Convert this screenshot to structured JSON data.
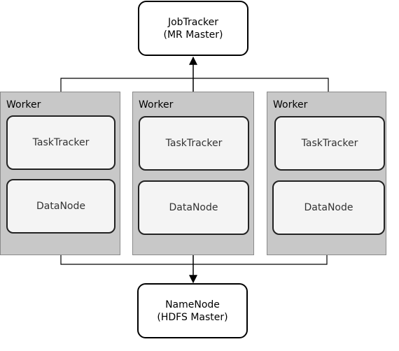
{
  "job_tracker": {
    "line1": "JobTracker",
    "line2": "(MR Master)"
  },
  "name_node": {
    "line1": "NameNode",
    "line2": "(HDFS Master)"
  },
  "workers": [
    {
      "title": "Worker",
      "task_tracker": "TaskTracker",
      "data_node": "DataNode"
    },
    {
      "title": "Worker",
      "task_tracker": "TaskTracker",
      "data_node": "DataNode"
    },
    {
      "title": "Worker",
      "task_tracker": "TaskTracker",
      "data_node": "DataNode"
    }
  ],
  "colors": {
    "worker_fill": "#c8c8c8",
    "node_fill": "#f4f4f4",
    "master_fill": "#ffffff",
    "line": "#000000"
  }
}
